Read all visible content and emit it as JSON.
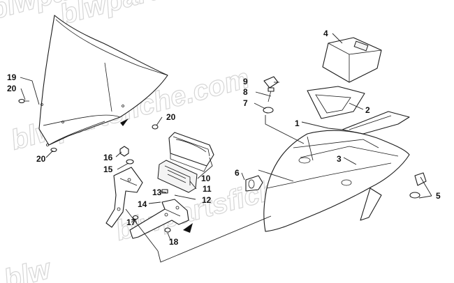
{
  "watermark": {
    "text": "blwpartsfiche.com",
    "partial_top": "blwpa",
    "partial_bottom": "blw"
  },
  "callouts": [
    "1",
    "2",
    "3",
    "4",
    "5",
    "6",
    "7",
    "8",
    "9",
    "10",
    "11",
    "12",
    "13",
    "14",
    "15",
    "16",
    "17",
    "18",
    "19",
    "20",
    "20",
    "20"
  ],
  "colors": {
    "line": "#1a1a1a",
    "watermark": "#d6d6d6",
    "background": "#ffffff"
  }
}
